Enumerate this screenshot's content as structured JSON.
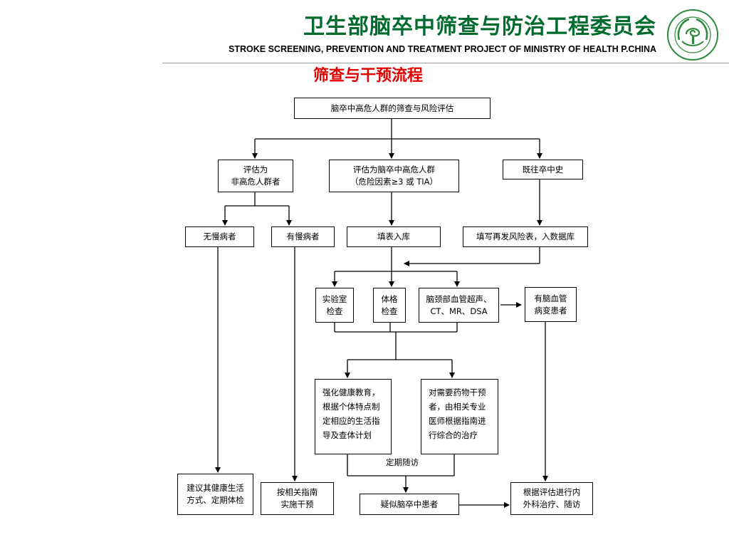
{
  "header": {
    "title_cn": "卫生部脑卒中筛查与防治工程委员会",
    "title_en": "STROKE SCREENING, PREVENTION AND TREATMENT PROJECT OF MINISTRY OF HEALTH P.CHINA",
    "logo_icon": "stroke-project-emblem-icon",
    "accent_color": "#006b2d"
  },
  "flow_title": "筛查与干预流程",
  "flow_title_color": "#e00000",
  "nodes": {
    "top": "脑卒中高危人群的筛查与风险评估",
    "non_high_risk": "评估为\n非高危人群者",
    "high_risk": "评估为脑卒中高危人群\n（危险因素≥3 或 TIA）",
    "history": "既往卒中史",
    "no_chronic": "无慢病者",
    "has_chronic": "有慢病者",
    "fill_form": "填表入库",
    "recurrence_form": "填写再发风险表，入数据库",
    "lab_exam": "实验室\n检查",
    "physical_exam": "体格\n检查",
    "imaging": "脑颈部血管超声、\nCT、MR、DSA",
    "vascular_lesion": "有脑血管\n病变患者",
    "health_education": "强化健康教育，\n根据个体特点制\n定相应的生活指\n导及查体计划",
    "drug_intervention": "对需要药物干预\n者，由相关专业\n医师根据指南进\n行综合的治疗",
    "followup_label": "定期随访",
    "lifestyle_advice": "建议其健康生活\n方式、定期体检",
    "guideline_intervention": "按相关指南\n实施干预",
    "suspected_stroke": "疑似脑卒中患者",
    "treatment_followup": "根据评估进行内\n外科治疗、随访"
  }
}
